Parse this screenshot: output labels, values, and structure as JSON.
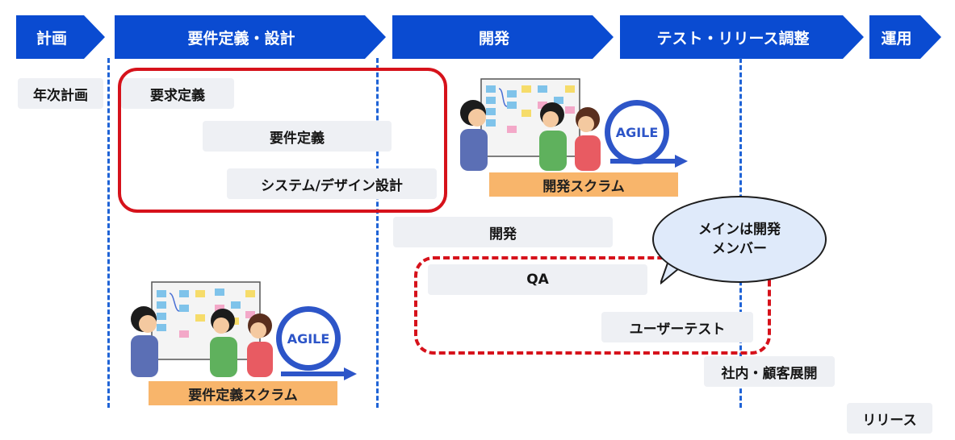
{
  "phases": [
    {
      "label": "計画"
    },
    {
      "label": "要件定義・設計"
    },
    {
      "label": "開発"
    },
    {
      "label": "テスト・リリース調整"
    },
    {
      "label": "運用"
    }
  ],
  "tasks": {
    "annual_plan": "年次計画",
    "requirements_request": "要求定義",
    "requirements_definition": "要件定義",
    "system_design": "システム/デザイン設計",
    "development": "開発",
    "qa": "QA",
    "user_test": "ユーザーテスト",
    "rollout": "社内・顧客展開",
    "release": "リリース"
  },
  "scrums": {
    "dev_scrum": "開発スクラム",
    "req_scrum": "要件定義スクラム"
  },
  "agile_badge": "AGILE",
  "bubble": {
    "line1": "メインは開発",
    "line2": "メンバー"
  },
  "colors": {
    "phase_blue": "#0a4bd1",
    "task_gray": "#eef0f4",
    "highlight_red": "#d6121b",
    "scrum_orange": "#f8b56b",
    "bubble_fill": "#dfeafa"
  }
}
